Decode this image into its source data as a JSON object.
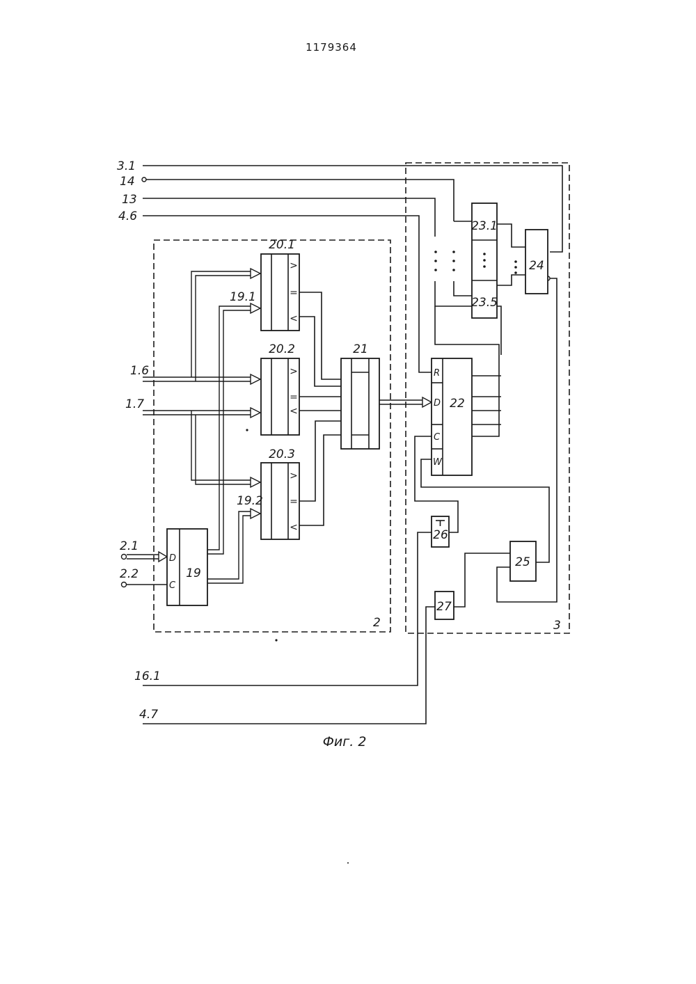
{
  "document": {
    "patent_number": "1179364",
    "caption": "Фиг. 2"
  },
  "frames": {
    "frame2_label": "2",
    "frame3_label": "3"
  },
  "blocks": {
    "b19": {
      "id": "19",
      "pin_d": "D",
      "pin_c": "C"
    },
    "b20_1": {
      "id": "20.1",
      "gt": ">",
      "eq": "=",
      "lt": "<"
    },
    "b20_2": {
      "id": "20.2",
      "gt": ">",
      "eq": "=",
      "lt": "<"
    },
    "b20_3": {
      "id": "20.3",
      "gt": ">",
      "eq": "=",
      "lt": "<"
    },
    "b21": {
      "id": "21"
    },
    "b22": {
      "id": "22",
      "pin_r": "R",
      "pin_d": "D",
      "pin_c": "C",
      "pin_w": "W"
    },
    "b23_1": {
      "id": "23.1"
    },
    "b23_5": {
      "id": "23.5"
    },
    "b24": {
      "id": "24"
    },
    "b25": {
      "id": "25"
    },
    "b26": {
      "id": "26"
    },
    "b27": {
      "id": "27"
    }
  },
  "signals": {
    "s3_1": "3.1",
    "s14": "14",
    "s13": "13",
    "s4_6": "4.6",
    "s1_6": "1.6",
    "s1_7": "1.7",
    "s2_1": "2.1",
    "s2_2": "2.2",
    "s19_1": "19.1",
    "s19_2": "19.2",
    "s16_1": "16.1",
    "s4_7": "4.7"
  }
}
